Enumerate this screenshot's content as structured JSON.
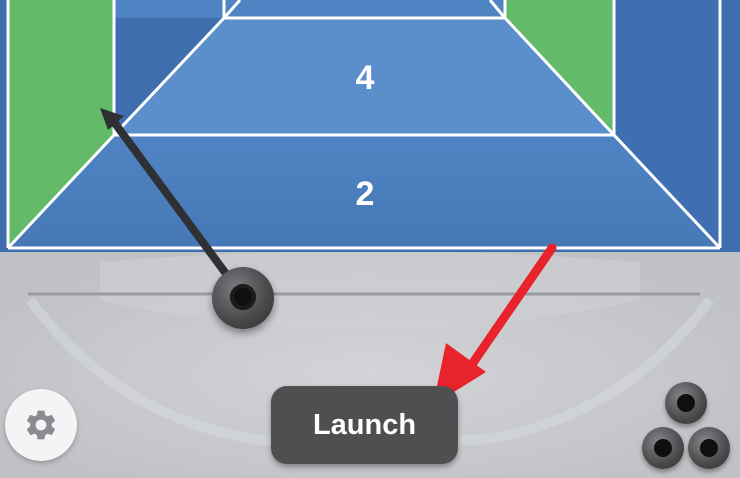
{
  "board": {
    "zone_upper_label": "4",
    "zone_lower_label": "2"
  },
  "controls": {
    "launch_label": "Launch",
    "settings_icon": "gear-icon"
  },
  "balls_remaining": 3,
  "colors": {
    "court_blue": "#4a7fbf",
    "court_blue_light": "#5b8fcc",
    "side_green": "#63bb6a",
    "court_lines": "#ffffff",
    "background": "#c6c8cb",
    "launch_button": "#4f4f51",
    "aim_arrow": "#2e3034",
    "callout_arrow": "#e8232b"
  }
}
